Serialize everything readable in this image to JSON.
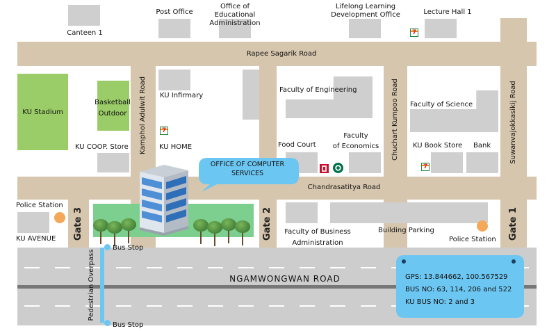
{
  "labels": {
    "canteen": "Canteen 1",
    "post_office": "Post Office",
    "office_edu": "Office of Educational\nAdministration",
    "lifelong": "Lifelong Learning\nDevelopment Office",
    "lecture_hall": "Lecture Hall 1",
    "rapee_road": "Rapee Sagarik Road",
    "kamphol_road": "Kamphol Adulwit Road",
    "chuchart_road": "Chuchart Kumpoo Road",
    "suwanva_road": "Suwanvajokkasikij Road",
    "ku_stadium": "KU Stadium",
    "basketball": "Basketball\nOutdoor",
    "ku_infirmary": "KU Infirmary",
    "fac_engineering": "Faculty of Engineering",
    "fac_science": "Faculty of Science",
    "coop_store": "KU COOP. Store",
    "ku_home": "KU HOME",
    "food_court": "Food Court",
    "fac_economics": "Faculty\nof Economics",
    "book_store": "KU Book Store",
    "bank": "Bank",
    "office_computer": "OFFICE OF COMPUTER\nSERVICES",
    "chandra_road": "Chandrasatitya Road",
    "police_left": "Police Station",
    "ku_avenue": "KU AVENUE",
    "gate3": "Gate 3",
    "gate2": "Gate 2",
    "gate1": "Gate 1",
    "fac_business": "Faculty of Business\nAdministration",
    "building_parking": "Building Parking",
    "police_right": "Police Station",
    "bus_stop_top": "Bus Stop",
    "bus_stop_bottom": "Bus Stop",
    "overpass": "Pedestrian Overpass",
    "ngam_road": "NGAMWONGWAN ROAD"
  },
  "info": {
    "gps": "GPS: 13.844662, 100.567529",
    "bus": "BUS NO: 63, 114, 206 and 522",
    "ku_bus": "KU BUS NO: 2 and 3"
  },
  "colors": {
    "road": "#d6c6ad",
    "building": "#cfcfcf",
    "green": "#9acd68",
    "park": "#7ccf8e",
    "callout": "#6cc6f2",
    "highway": "#cdcdcd",
    "police_dot": "#f4a85a"
  },
  "icons": [
    "seven-eleven-icon",
    "coffee-shop-icon",
    "fast-food-icon",
    "office-building-icon",
    "tree-icon"
  ]
}
